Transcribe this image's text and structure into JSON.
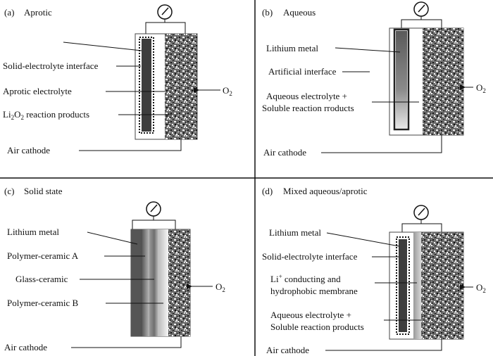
{
  "panels": {
    "a": {
      "letter": "(a)",
      "title": "Aprotic",
      "labels": {
        "sei": "Solid-electrolyte interface",
        "electrolyte": "Aprotic electrolyte",
        "products_pre": "Li",
        "products_sub1": "2",
        "products_mid": "O",
        "products_sub2": "2",
        "products_post": " reaction products",
        "cathode": "Air cathode",
        "o2_main": "O",
        "o2_sub": "2"
      }
    },
    "b": {
      "letter": "(b)",
      "title": "Aqueous",
      "labels": {
        "lithium": "Lithium metal",
        "interface": "Artificial interface",
        "electrolyte_l1": "Aqueous electrolyte +",
        "electrolyte_l2": "Soluble reaction rroducts",
        "cathode": "Air cathode",
        "o2_main": "O",
        "o2_sub": "2"
      }
    },
    "c": {
      "letter": "(c)",
      "title": "Solid state",
      "labels": {
        "lithium": "Lithium metal",
        "polymer_a": "Polymer-ceramic A",
        "glass": "Glass-ceramic",
        "polymer_b": "Polymer-ceramic B",
        "cathode": "Air cathode",
        "o2_main": "O",
        "o2_sub": "2"
      }
    },
    "d": {
      "letter": "(d)",
      "title": "Mixed aqueous/aprotic",
      "labels": {
        "lithium": "Lithium metal",
        "sei": "Solid-electrolyte interface",
        "membrane_l1_pre": "Li",
        "membrane_l1_sup": "+",
        "membrane_l1_post": " conducting and",
        "membrane_l2": "hydrophobic membrane",
        "electrolyte_l1": "Aqueous electrolyte +",
        "electrolyte_l2": "Soluble reaction products",
        "cathode": "Air cathode",
        "o2_main": "O",
        "o2_sub": "2"
      }
    }
  }
}
